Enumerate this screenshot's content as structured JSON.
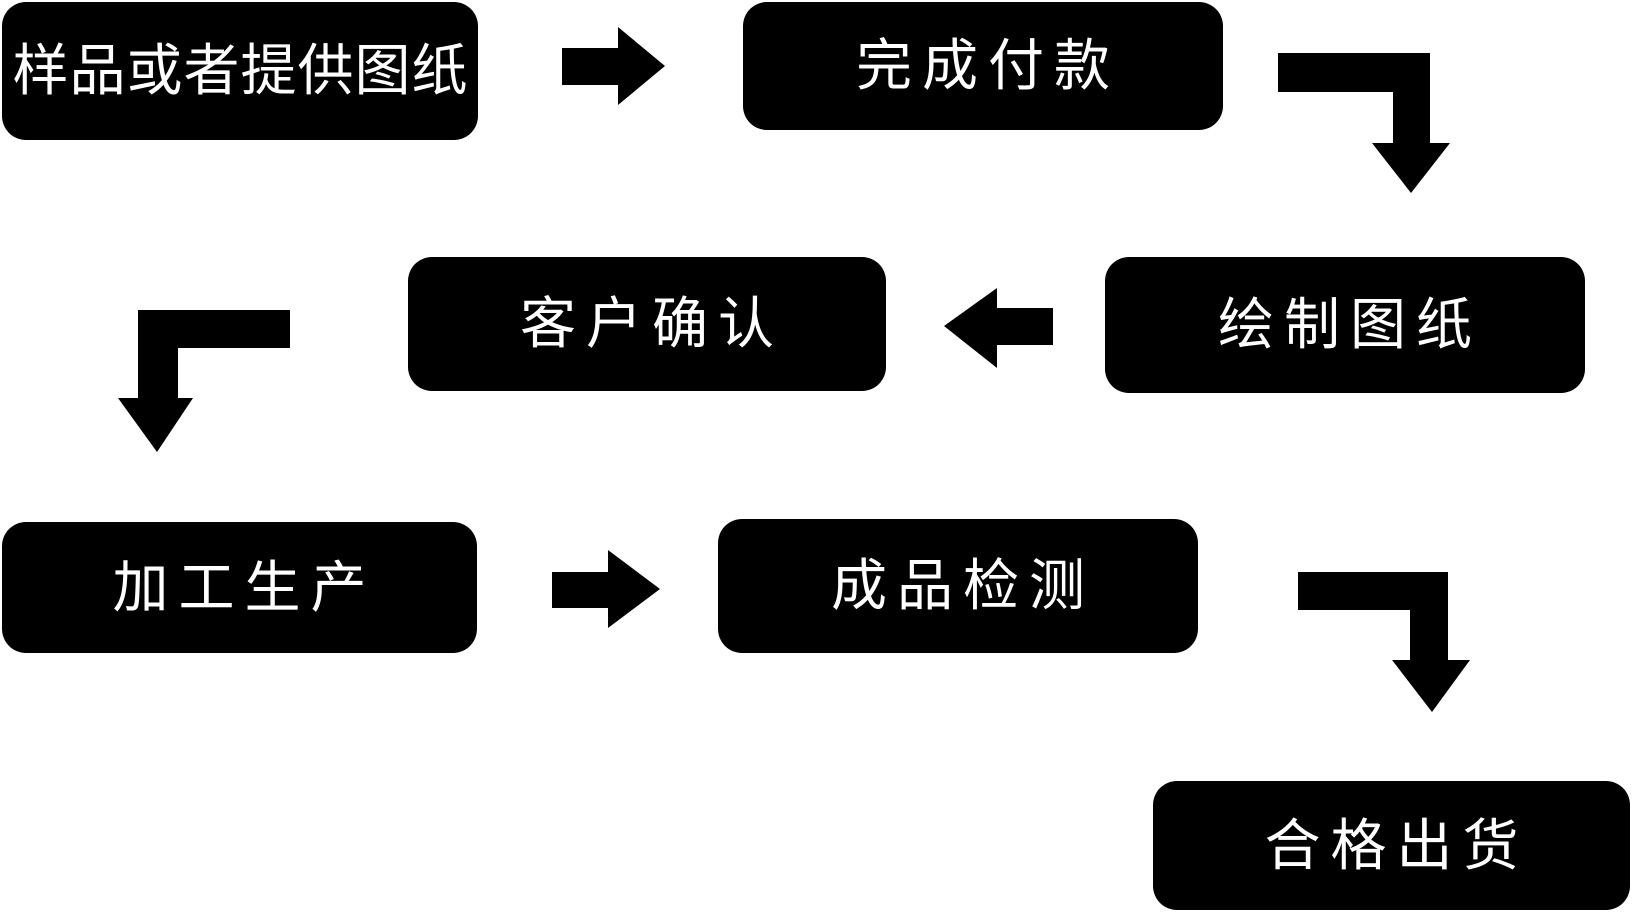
{
  "diagram": {
    "type": "flowchart",
    "background_color": "#ffffff",
    "node_fill_color": "#000000",
    "node_text_color": "#ffffff",
    "arrow_color": "#000000",
    "nodes": [
      {
        "id": "sample",
        "label": "样品或者提供图纸"
      },
      {
        "id": "payment",
        "label": "完成付款"
      },
      {
        "id": "confirm",
        "label": "客户确认"
      },
      {
        "id": "draw",
        "label": "绘制图纸"
      },
      {
        "id": "production",
        "label": "加工生产"
      },
      {
        "id": "inspection",
        "label": "成品检测"
      },
      {
        "id": "shipment",
        "label": "合格出货"
      }
    ],
    "edges": [
      {
        "from": "sample",
        "to": "payment",
        "shape": "right-arrow"
      },
      {
        "from": "payment",
        "to": "draw",
        "shape": "elbow-down-right-arrow"
      },
      {
        "from": "draw",
        "to": "confirm",
        "shape": "left-arrow"
      },
      {
        "from": "confirm",
        "to": "production",
        "shape": "elbow-down-left-arrow"
      },
      {
        "from": "production",
        "to": "inspection",
        "shape": "right-arrow"
      },
      {
        "from": "inspection",
        "to": "shipment",
        "shape": "elbow-down-right-arrow"
      }
    ]
  }
}
